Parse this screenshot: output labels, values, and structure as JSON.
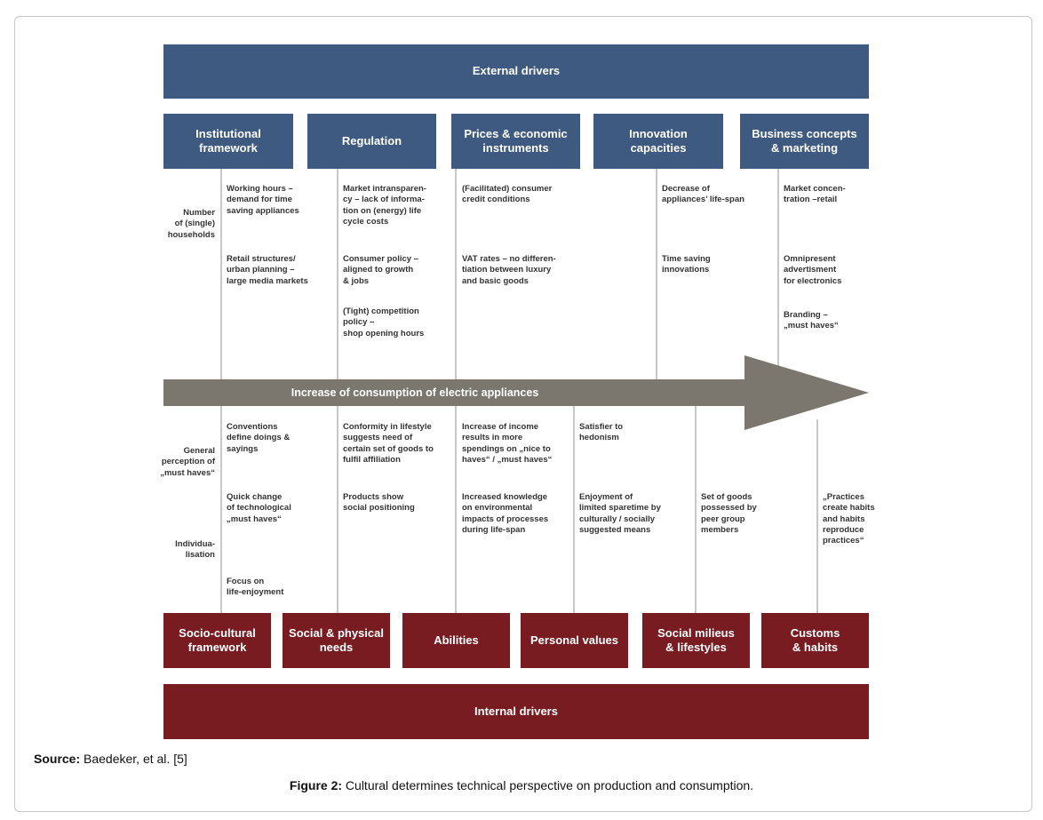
{
  "external_drivers": "External drivers",
  "internal_drivers": "Internal drivers",
  "arrow_label": "Increase of consumption of electric appliances",
  "top_categories": [
    "Institutional\nframework",
    "Regulation",
    "Prices & economic\ninstruments",
    "Innovation\ncapacities",
    "Business concepts\n& marketing"
  ],
  "bottom_categories": [
    "Socio-cultural\nframework",
    "Social & physical\nneeds",
    "Abilities",
    "Personal values",
    "Social milieus\n& lifestyles",
    "Customs\n& habits"
  ],
  "left_labels_top": [
    "Number\nof (single)\nhouseholds"
  ],
  "left_labels_bottom": [
    "General\nperception of\n„must haves“",
    "Individua-\nlisation"
  ],
  "upper_texts": [
    "Working hours –\ndemand for time\nsaving appliances",
    "Retail structures/\nurban planning –\nlarge media markets",
    "Market intransparen-\ncy – lack of informa-\ntion on (energy) life\ncycle costs",
    "Consumer policy –\naligned to growth\n& jobs",
    "(Tight) competition\npolicy –\nshop opening hours",
    "(Facilitated) consumer\ncredit conditions",
    "VAT rates – no differen-\ntiation between luxury\nand basic goods",
    "Decrease of\nappliances’ life-span",
    "Time saving\ninnovations",
    "Market concen-\ntration –retail",
    "Omnipresent\nadvertisment\nfor electronics",
    "Branding –\n„must haves“"
  ],
  "lower_texts": [
    "Conventions\ndefine doings &\nsayings",
    "Quick change\nof technological\n„must haves“",
    "Focus on\nlife-enjoyment",
    "Conformity in lifestyle\nsuggests need of\ncertain set of goods to\nfulfil affiliation",
    "Products show\nsocial positioning",
    "Increase of income\nresults in more\nspendings on „nice to\nhaves“ / „must haves“",
    "Increased knowledge\non environmental\nimpacts of processes\nduring life-span",
    "Satisfier to\nhedonism",
    "Enjoyment of\nlimited sparetime by\nculturally / socially\nsuggested means",
    "Set of goods\npossessed by\npeer group\nmembers",
    "„Practices\ncreate habits\nand habits\nreproduce\npractices“"
  ],
  "source_label": "Source:",
  "source_text": "Baedeker, et al. [5]",
  "caption_label": "Figure 2:",
  "caption_text": "Cultural determines technical perspective on production and consumption.",
  "colors": {
    "blue": "#3e5a80",
    "red": "#781c22",
    "arrow": "#7b766e",
    "line": "#c8c8c8"
  }
}
